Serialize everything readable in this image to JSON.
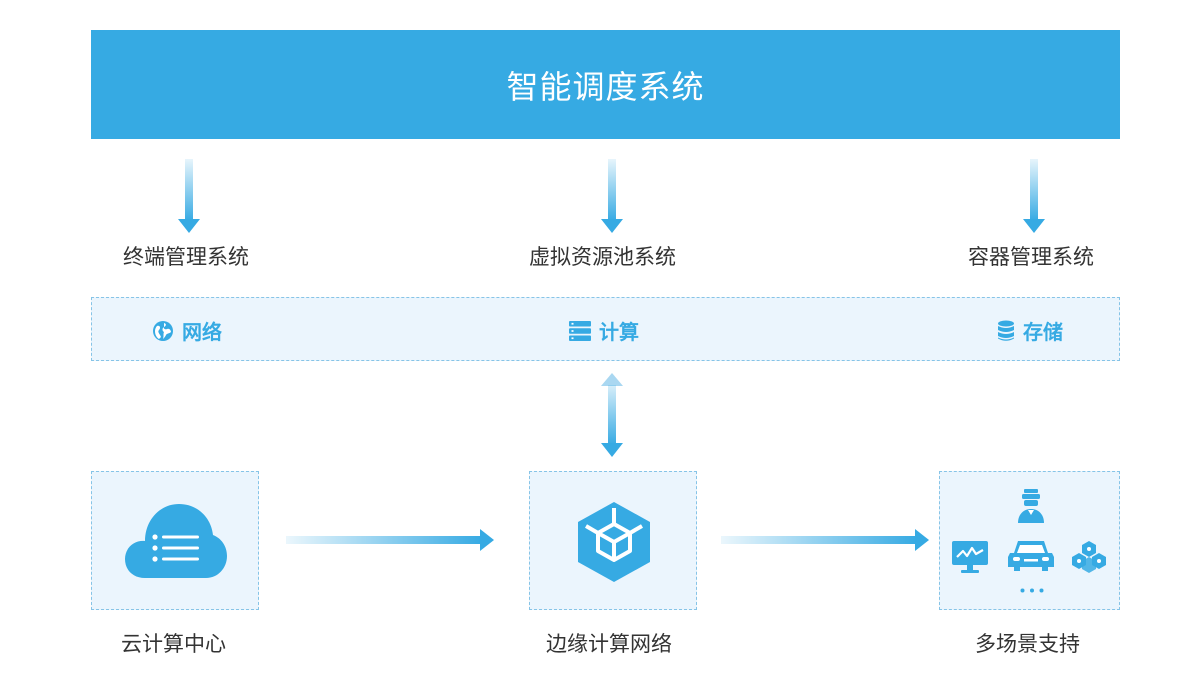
{
  "banner": {
    "title": "智能调度系统"
  },
  "systems": [
    {
      "label": "终端管理系统"
    },
    {
      "label": "虚拟资源池系统"
    },
    {
      "label": "容器管理系统"
    }
  ],
  "resources": [
    {
      "label": "网络",
      "icon": "globe-icon"
    },
    {
      "label": "计算",
      "icon": "server-icon"
    },
    {
      "label": "存储",
      "icon": "database-icon"
    }
  ],
  "bottom": [
    {
      "label": "云计算中心",
      "icon": "cloud-list-icon"
    },
    {
      "label": "边缘计算网络",
      "icon": "cube-icon"
    },
    {
      "label": "多场景支持",
      "icons": [
        "person-icon",
        "monitor-chart-icon",
        "car-icon",
        "hexagon-network-icon",
        "ellipsis-icon"
      ]
    }
  ],
  "colors": {
    "accent": "#36aae3",
    "panel": "#ebf5fd",
    "dash": "#86c4e7",
    "text": "#333333"
  }
}
